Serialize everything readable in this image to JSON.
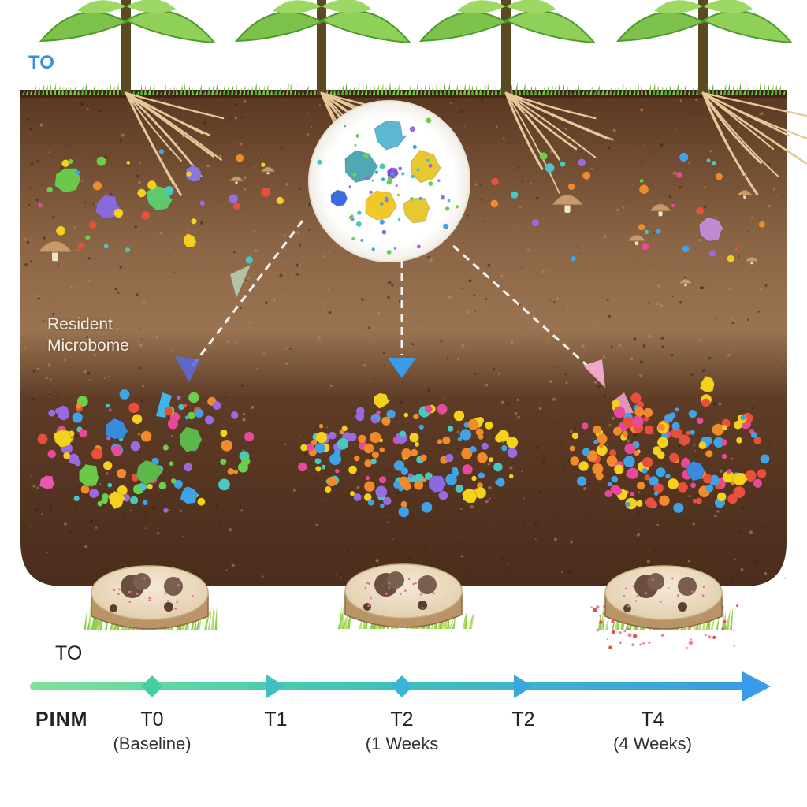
{
  "diagram": {
    "top_label": "TO",
    "resident_label_line1": "Resident",
    "resident_label_line2": "Microbome",
    "timeline_start_label": "TO",
    "timeline_axis_label": "PINM",
    "ticks": [
      {
        "label": "T0",
        "sub": "(Baseline)"
      },
      {
        "label": "T1",
        "sub": ""
      },
      {
        "label": "T2",
        "sub": "(1 Weeks"
      },
      {
        "label": "T2",
        "sub": ""
      },
      {
        "label": "T4",
        "sub": "(4 Weeks)"
      }
    ]
  },
  "colors": {
    "soil_dark": "#4a2e1c",
    "soil_mid": "#7a5638",
    "grass": "#7cc34a",
    "timeline_start": "#6fdc8c",
    "timeline_end": "#3a9be8",
    "top_label": "#3a8ee0"
  },
  "icons": [
    "plant-icon",
    "root-icon",
    "mushroom-icon",
    "microbe-icon",
    "soil-core-icon",
    "arrow-icon"
  ]
}
